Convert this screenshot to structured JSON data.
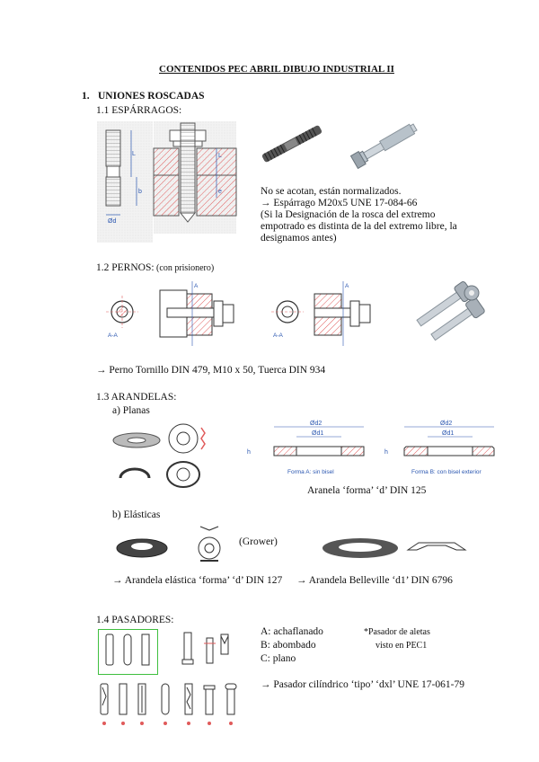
{
  "doc_title": "CONTENIDOS PEC ABRIL DIBUJO INDUSTRIAL II",
  "sec1": {
    "number": "1.",
    "title": "UNIONES ROSCADAS"
  },
  "s11": {
    "title": "1.1 ESPÁRRAGOS:",
    "dims": {
      "L": "L",
      "b": "b",
      "e": "e",
      "d": "Ød",
      "L2": "L"
    },
    "lines": [
      "No se acotan, están normalizados.",
      "→ Espárrago M20x5 UNE 17-084-66",
      "(Si la Designación de la rosca del extremo",
      "empotrado es distinta de la del extremo libre, la",
      "designamos antes)"
    ]
  },
  "s12": {
    "title_main": "1.2 PERNOS:",
    "title_sub": " (con prisionero)",
    "cut_labels": {
      "a1": "A-A",
      "a2": "A-A",
      "A": "A"
    },
    "designation": "→ Perno Tornillo DIN 479, M10 x 50, Tuerca DIN 934"
  },
  "s13": {
    "title": "1.3 ARANDELAS:",
    "sub_a": "a)   Planas",
    "diagram_a": {
      "d2": "Ød2",
      "d1": "Ød1",
      "h": "h",
      "caption": "Forma A: sin bisel"
    },
    "diagram_b": {
      "d2": "Ød2",
      "d1": "Ød1",
      "h": "h",
      "caption": "Forma B: con bisel exterior"
    },
    "flat_designation": "Aranela ‘forma’ ‘d’ DIN 125",
    "sub_b": "b)   Elásticas",
    "grower": "(Grower)",
    "elastic_designation": "→ Arandela elástica ‘forma’ ‘d’ DIN 127",
    "belleville_designation": "→ Arandela Belleville ‘d1’ DIN 6796"
  },
  "s14": {
    "title": "1.4 PASADORES:",
    "types": [
      "A: achaflanado",
      "B: abombado",
      "C: plano"
    ],
    "note_1": "*Pasador de aletas",
    "note_2": "visto en PEC1",
    "designation": "→ Pasador cilíndrico ‘tipo’ ‘dxl’ UNE 17-061-79"
  },
  "colors": {
    "hatch": "#e05a5a",
    "dim_blue": "#2a56b0",
    "highlight_box": "#3fbf3f"
  }
}
